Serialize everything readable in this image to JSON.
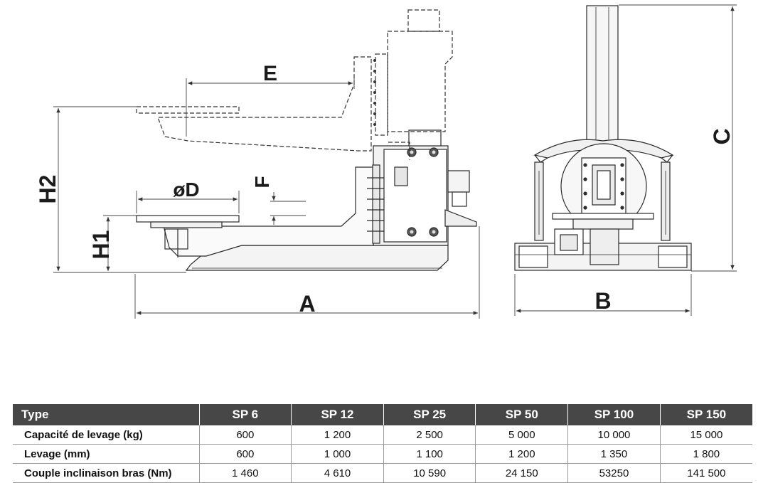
{
  "diagram": {
    "dimension_labels": {
      "A": "A",
      "B": "B",
      "C": "C",
      "D": "øD",
      "E": "E",
      "F": "F",
      "H1": "H1",
      "H2": "H2"
    }
  },
  "spec_table": {
    "header": [
      "Type",
      "SP 6",
      "SP 12",
      "SP 25",
      "SP 50",
      "SP 100",
      "SP 150"
    ],
    "rows": [
      {
        "label": "Capacité de levage (kg)",
        "values": [
          "600",
          "1 200",
          "2 500",
          "5 000",
          "10 000",
          "15 000"
        ]
      },
      {
        "label": "Levage (mm)",
        "values": [
          "600",
          "1 000",
          "1 100",
          "1 200",
          "1 350",
          "1 800"
        ]
      },
      {
        "label": "Couple inclinaison bras (Nm)",
        "values": [
          "1 460",
          "4 610",
          "10 590",
          "24 150",
          "53250",
          "141 500"
        ]
      }
    ]
  }
}
